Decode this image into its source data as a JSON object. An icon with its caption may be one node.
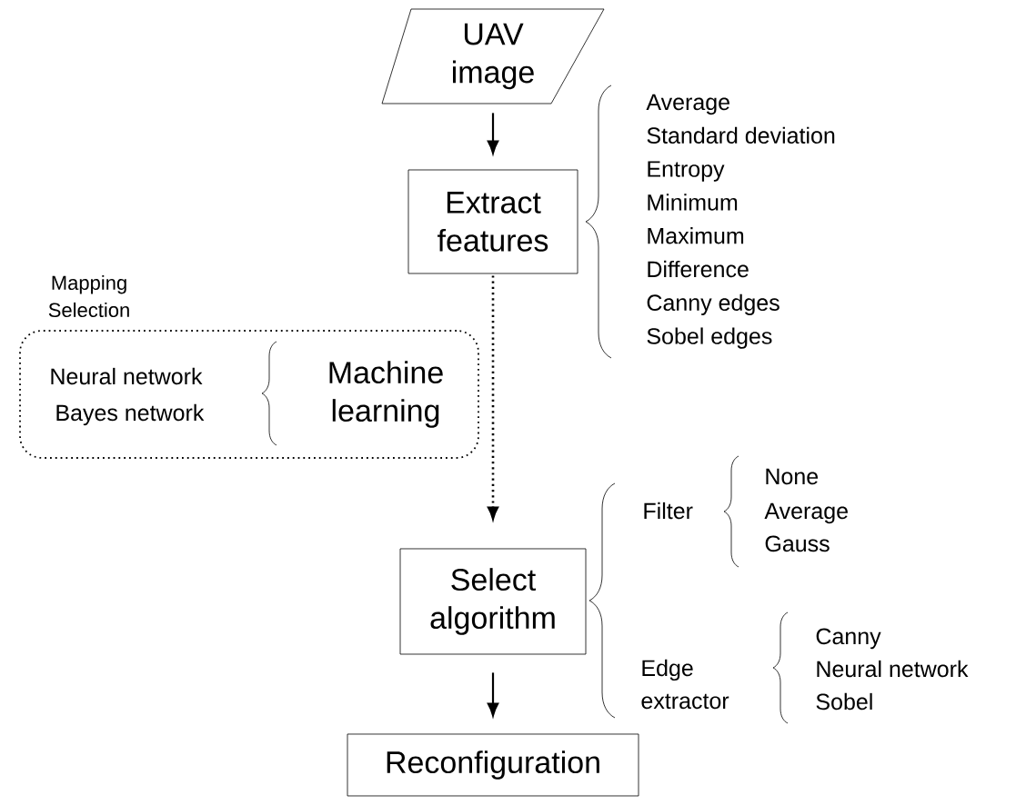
{
  "diagram": {
    "nodes": [
      {
        "text": [
          "UAV image"
        ]
      },
      {
        "text": [
          "Extract features"
        ]
      },
      {
        "text": [
          "Mapping Selection",
          "Machine learning"
        ]
      },
      {
        "text": [
          "Select algorithm"
        ]
      },
      {
        "text": [
          "Reconfiguration"
        ]
      }
    ],
    "edges": [
      {
        "from": 0,
        "to": 1,
        "arrow": "to"
      },
      {
        "from": 1,
        "to": 3,
        "arrow": "to",
        "style": "dashed"
      },
      {
        "from": 3,
        "to": 4,
        "arrow": "to"
      }
    ],
    "labels": [
      "Average",
      "Standard deviation",
      "Entropy",
      "Minimum",
      "Maximum",
      "Difference",
      "Canny edges",
      "Sobel edges",
      "Neural network",
      "Bayes network",
      "Filter",
      "None",
      "Average",
      "Gauss",
      "Edge extractor",
      "Canny",
      "Neural network",
      "Sobel"
    ]
  }
}
